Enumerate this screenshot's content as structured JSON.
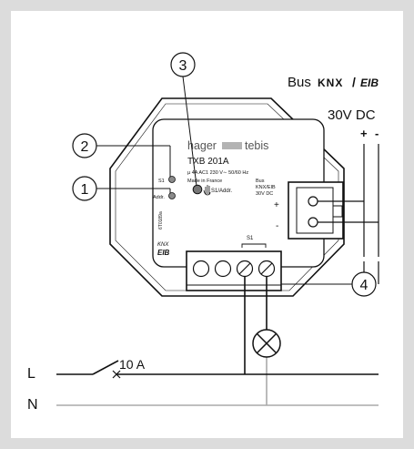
{
  "colors": {
    "frame": "#dcdcdc",
    "line": "#111111",
    "device_fill": "#ffffff",
    "logo_bar": "#b3b3b3",
    "neutral_line": "#aaaaaa",
    "dark_grey": "#555555"
  },
  "callouts": {
    "one": "1",
    "two": "2",
    "three": "3",
    "four": "4"
  },
  "bus": {
    "prefix": "Bus",
    "brand": "KNX",
    "slash": "/",
    "brand2": "EIB",
    "voltage": "30V DC",
    "plus": "+",
    "minus": "-"
  },
  "device": {
    "brand_left": "hager",
    "brand_right": "tebis",
    "model": "TXB 201A",
    "rating": "µ 4A AC1 230 V∼ 50/60 Hz",
    "made_in": "Made in France",
    "button_label": "S1/Addr.",
    "led_s1": "S1",
    "led_addr": "Addr.",
    "serial": "6T0189a",
    "bus_label_1": "Bus",
    "bus_label_2": "KNX/EIB",
    "bus_label_3": "30V DC",
    "terminal_plus": "+",
    "terminal_minus": "-",
    "output_label": "S1",
    "knx_small": "KNX",
    "eib_small": "EIB"
  },
  "mains": {
    "line_label": "L",
    "neutral_label": "N",
    "fuse_label": "10 A"
  }
}
